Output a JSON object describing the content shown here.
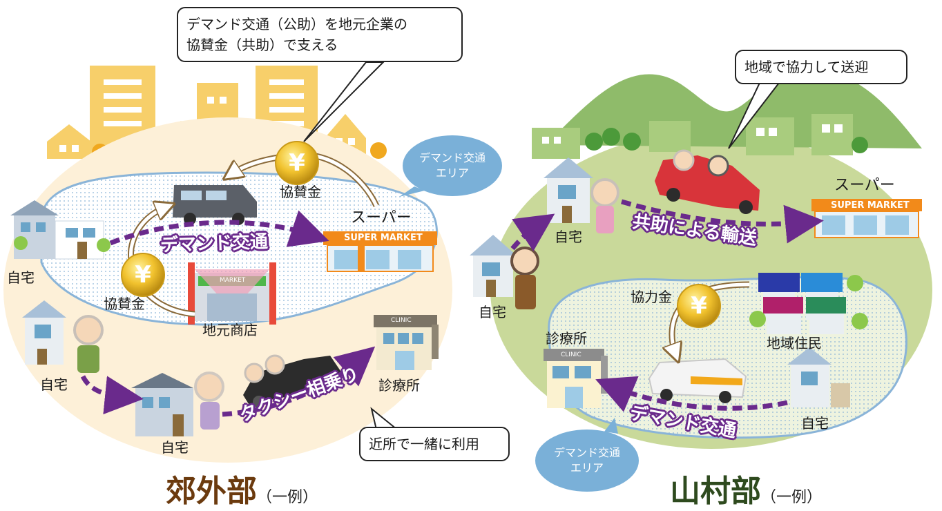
{
  "left": {
    "title": "郊外部",
    "example": "（一例）",
    "callout_top": "デマンド交通（公助）を地元企業の\n協賛金（共助）で支える",
    "callout_bottom": "近所で一緒に利用",
    "area_bubble": "デマンド交通\nエリア",
    "yen_symbol": "¥",
    "sponsor_label_top": "協賛金",
    "sponsor_label_left": "協賛金",
    "supermarket_label": "スーパー",
    "supermarket_sign": "SUPER MARKET",
    "local_shop_label": "地元商店",
    "local_shop_sign": "MARKET",
    "home_label_1": "自宅",
    "home_label_2": "自宅",
    "home_label_3": "自宅",
    "clinic_label": "診療所",
    "clinic_sign": "CLINIC",
    "route_demand": "デマンド交通",
    "route_taxi": "タクシー相乗り",
    "colors": {
      "title": "#6b3a0e",
      "route": "#6a2a8c",
      "area_fill": "#fdf0d8",
      "buildings": "#f7cf6a"
    }
  },
  "right": {
    "title": "山村部",
    "example": "（一例）",
    "callout_top": "地域で協力して送迎",
    "area_bubble": "デマンド交通\nエリア",
    "yen_symbol": "¥",
    "coop_label": "協力金",
    "supermarket_label": "スーパー",
    "supermarket_sign": "SUPER MARKET",
    "home_label_1": "自宅",
    "home_label_2": "自宅",
    "home_label_3": "自宅",
    "clinic_label": "診療所",
    "clinic_sign": "CLINIC",
    "residents_label": "地域住民",
    "route_mutual": "共助による輸送",
    "route_demand": "デマンド交通",
    "colors": {
      "title": "#2e4a1e",
      "route": "#6a2a8c",
      "area_fill": "#c9d99a",
      "mountains": "#8fbb6a"
    }
  }
}
